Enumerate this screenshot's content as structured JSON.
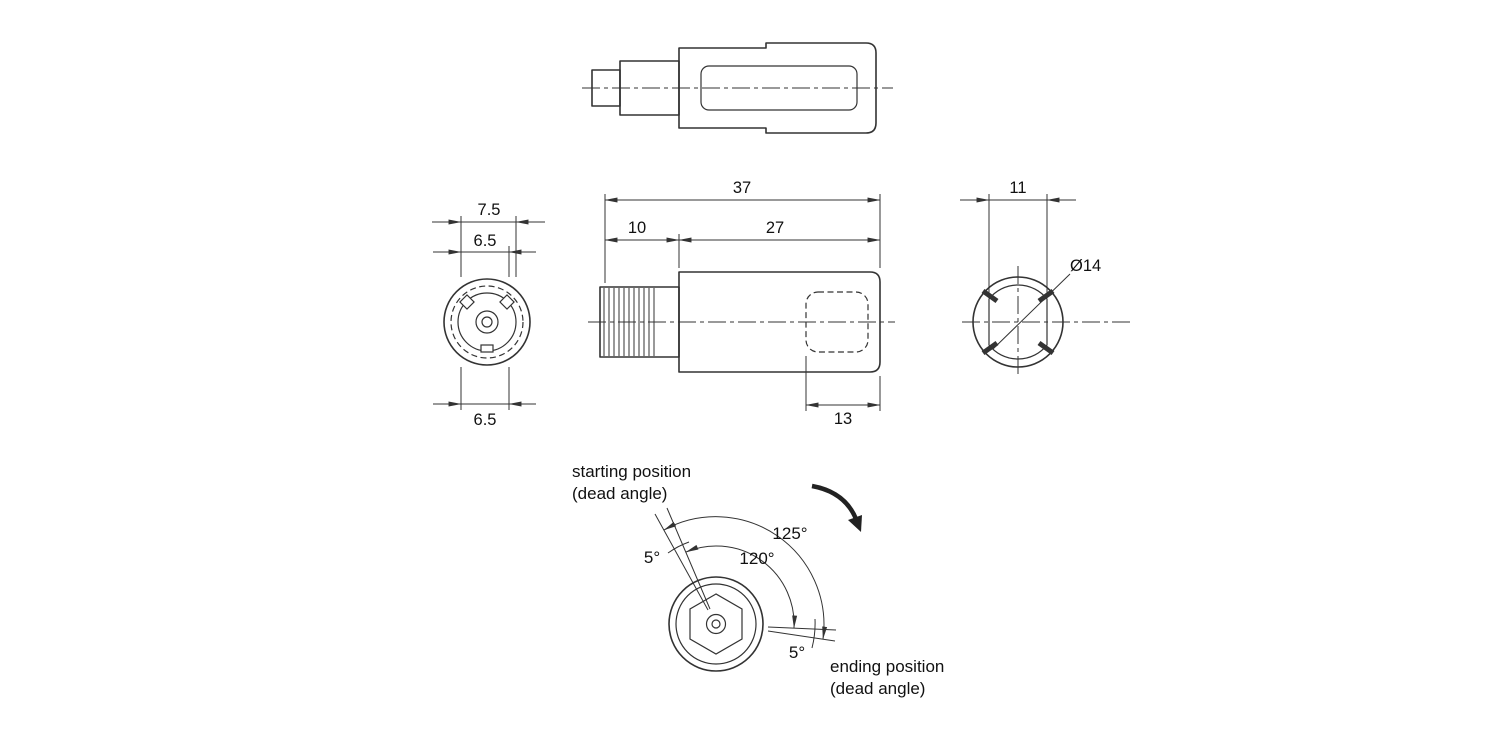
{
  "meta": {
    "background": "#ffffff",
    "line_color": "#333333",
    "drawing_type": "engineering multi-view drawing of rotary damper"
  },
  "front_view": {
    "dim_width_outer": "7.5",
    "dim_width_inner": "6.5",
    "dim_width_bottom": "6.5"
  },
  "side_view": {
    "dim_total": "37",
    "dim_shaft": "10",
    "dim_body": "27",
    "dim_pocket": "13"
  },
  "end_view": {
    "dim_flats": "11",
    "dim_diameter": "Ø14"
  },
  "rotation_view": {
    "start_label_1": "starting position",
    "start_label_2": "(dead angle)",
    "end_label_1": "ending position",
    "end_label_2": "(dead angle)",
    "angle_total": "125°",
    "angle_work": "120°",
    "angle_start_dead": "5°",
    "angle_end_dead": "5°"
  }
}
